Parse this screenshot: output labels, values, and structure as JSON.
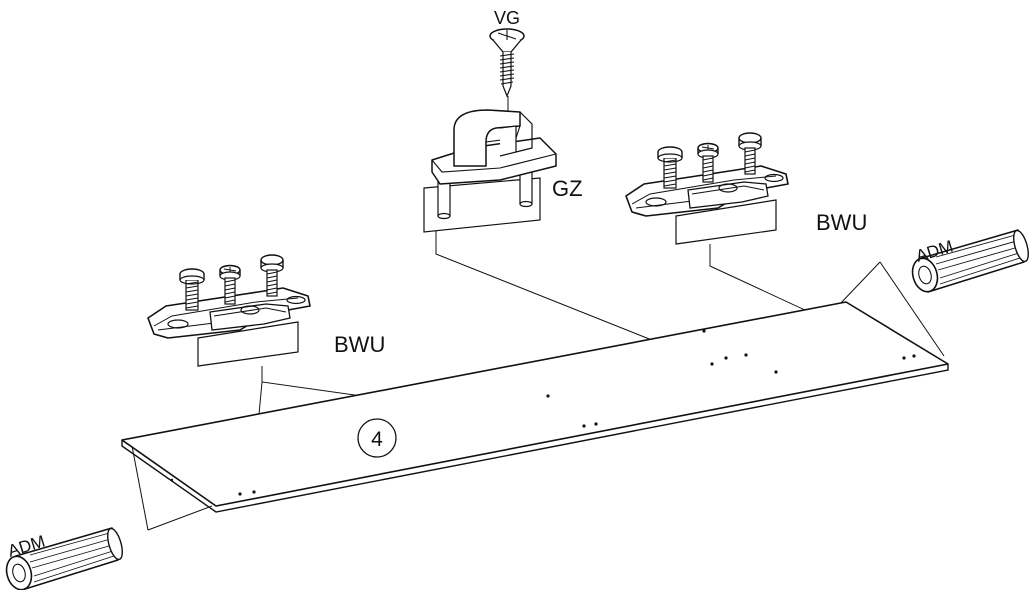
{
  "diagram": {
    "labels": {
      "vg": "VG",
      "gz": "GZ",
      "bwu_left": "BWU",
      "bwu_right": "BWU",
      "adm_left": "ADM",
      "adm_right": "ADM",
      "panel_number": "4"
    },
    "colors": {
      "stroke": "#111111",
      "background": "#ffffff",
      "part_fill": "#ffffff"
    }
  }
}
